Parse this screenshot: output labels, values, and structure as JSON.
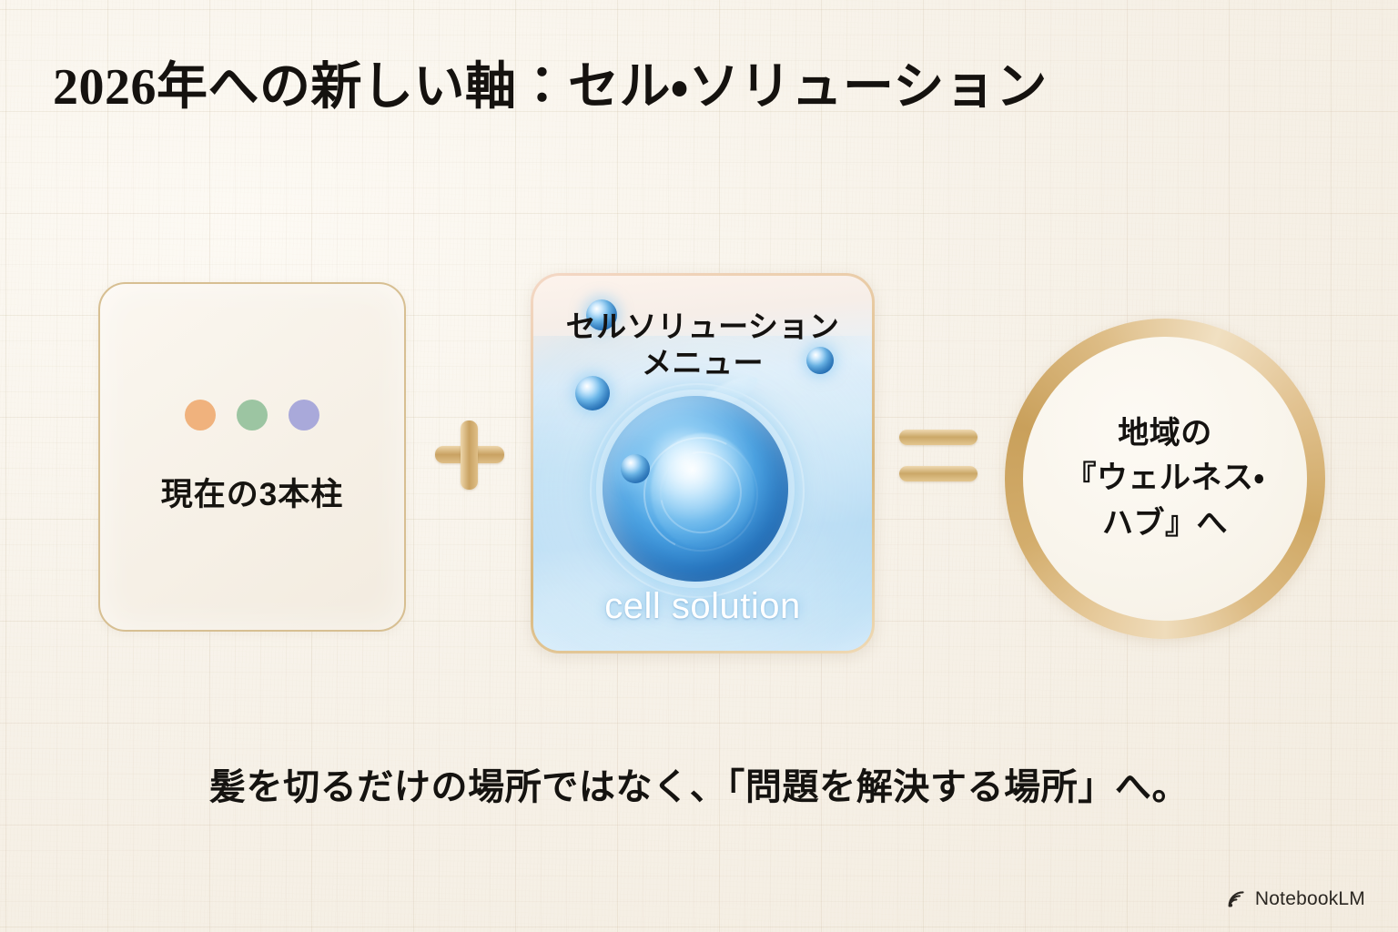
{
  "slide": {
    "title": "2026年への新しい軸：セル・ソリューション",
    "caption": "髪を切るだけの場所ではなく、「問題を解決する場所」へ。",
    "background_color": "#f8f4ec",
    "accent_gold": "#c9a262"
  },
  "equation": {
    "left_card": {
      "label": "現在の3本柱",
      "dots": [
        {
          "name": "pillar-dot-orange",
          "color": "#f0b27d"
        },
        {
          "name": "pillar-dot-green",
          "color": "#9cc5a2"
        },
        {
          "name": "pillar-dot-purple",
          "color": "#a9a9da"
        }
      ],
      "border_color": "#d7bf92"
    },
    "operator_plus": "+",
    "center_card": {
      "title_line1": "セルソリューション",
      "title_line2": "メニュー",
      "wordmark": "cell solution",
      "image_alt": "blue cell sphere with satellite bubbles"
    },
    "operator_equals": "=",
    "right_circle": {
      "line1": "地域の",
      "line2": "『ウェルネス・",
      "line3": "ハブ』へ",
      "ring_color": "#d3ad6c"
    }
  },
  "watermark": {
    "label": "NotebookLM",
    "icon": "notebooklm-spiral-icon"
  }
}
